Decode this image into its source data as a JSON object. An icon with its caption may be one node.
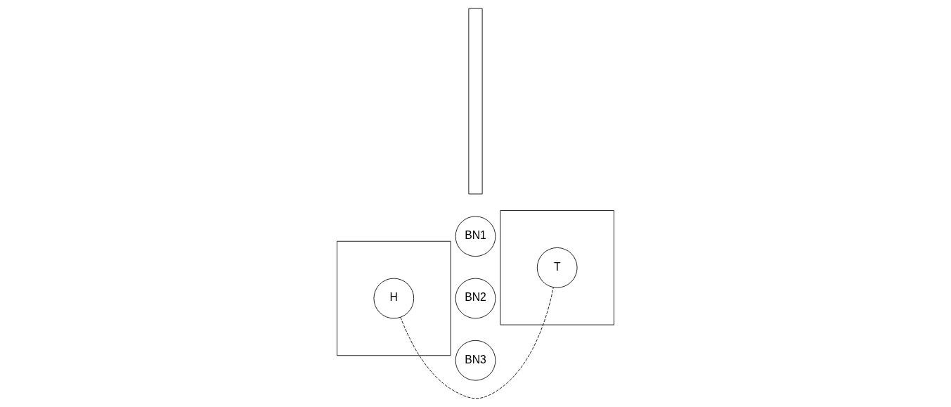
{
  "diagram": {
    "nodes": [
      {
        "text": [],
        "shape": "box"
      },
      {
        "text": [
          "H"
        ],
        "in": 0
      },
      {
        "text": [],
        "shape": "bar"
      },
      {
        "text": [
          "BN1"
        ]
      },
      {
        "text": [
          "BN2"
        ]
      },
      {
        "text": [
          "BN3"
        ]
      },
      {
        "text": [],
        "shape": "box"
      },
      {
        "text": [
          "T"
        ],
        "in": 6
      }
    ],
    "edges": [
      {
        "from": 1,
        "to": 7,
        "arrow": "none",
        "style": "dashed"
      }
    ]
  }
}
